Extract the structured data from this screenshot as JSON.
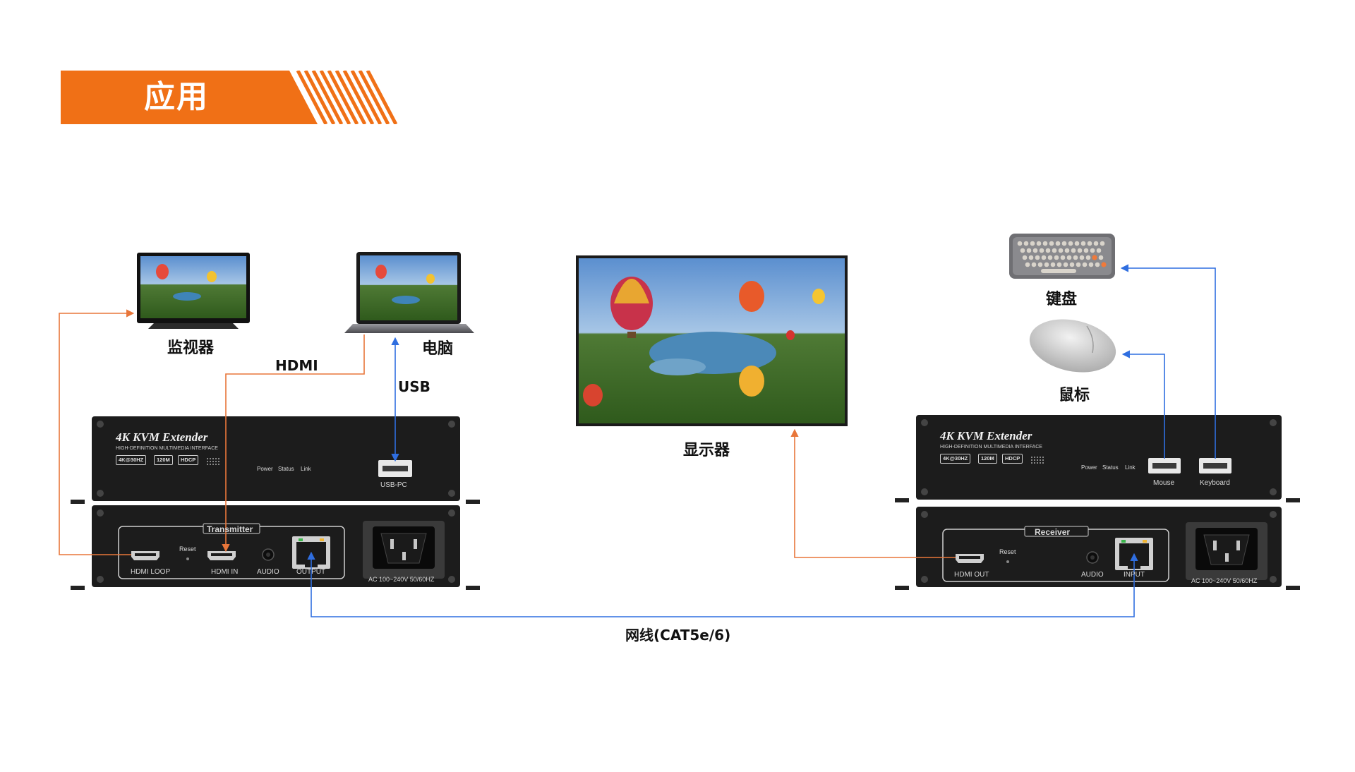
{
  "header": {
    "title": "应用"
  },
  "labels": {
    "monitor": "监视器",
    "computer": "电脑",
    "hdmi": "HDMI",
    "usb": "USB",
    "display": "显示器",
    "keyboard": "键盘",
    "mouse": "鼠标",
    "network_cable": "网线(CAT5e/6)"
  },
  "transmitter": {
    "front": {
      "brand": "4K KVM Extender",
      "subtitle": "HIGH-DEFINITION MULTIMEDIA INTERFACE",
      "chips": [
        "4K@30HZ",
        "120M",
        "HDCP"
      ],
      "indicators": [
        "Power",
        "Status",
        "Link"
      ],
      "usb_port": "USB-PC"
    },
    "back": {
      "panel_title": "Transmitter",
      "reset": "Reset",
      "ports": [
        "HDMI LOOP",
        "HDMI IN",
        "AUDIO",
        "OUTPUT"
      ],
      "power": "AC 100~240V 50/60HZ"
    }
  },
  "receiver": {
    "front": {
      "brand": "4K KVM Extender",
      "subtitle": "HIGH-DEFINITION MULTIMEDIA INTERFACE",
      "chips": [
        "4K@30HZ",
        "120M",
        "HDCP"
      ],
      "indicators": [
        "Power",
        "Status",
        "Link"
      ],
      "usb_ports": [
        "Mouse",
        "Keyboard"
      ]
    },
    "back": {
      "panel_title": "Receiver",
      "reset": "Reset",
      "ports": [
        "HDMI OUT",
        "AUDIO",
        "INPUT"
      ],
      "power": "AC 100~240V 50/60HZ"
    }
  },
  "colors": {
    "accent_orange": "#f07016",
    "hdmi_line": "#e8763a",
    "usb_line": "#2f6ee0",
    "device_body": "#1c1c1c"
  }
}
